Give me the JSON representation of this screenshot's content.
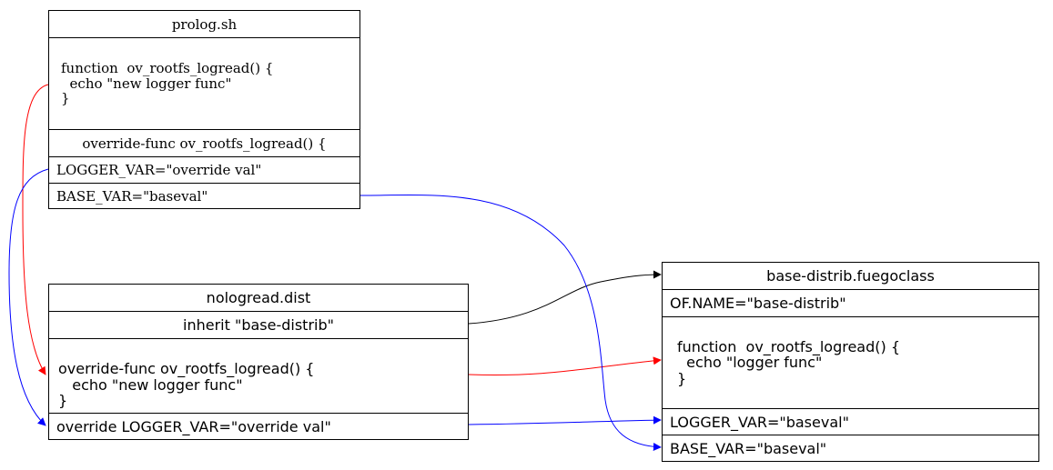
{
  "nodes": {
    "prolog": {
      "title": "prolog.sh",
      "function_lines": [
        "function  ov_rootfs_logread() {",
        "  echo \"new logger func\"",
        "}"
      ],
      "override_func": "override-func ov_rootfs_logread() {",
      "logger_var": "LOGGER_VAR=\"override val\"",
      "base_var": "BASE_VAR=\"baseval\""
    },
    "nologread": {
      "title": "nologread.dist",
      "inherit": "inherit \"base-distrib\"",
      "override_lines": [
        "override-func ov_rootfs_logread() {",
        "   echo \"new logger func\"",
        "}"
      ],
      "override_logger": "override LOGGER_VAR=\"override val\""
    },
    "base_distrib": {
      "title": "base-distrib.fuegoclass",
      "of_name": "OF.NAME=\"base-distrib\"",
      "function_lines": [
        "function  ov_rootfs_logread() {",
        "  echo \"logger func\"",
        "}"
      ],
      "logger_var": "LOGGER_VAR=\"baseval\"",
      "base_var": "BASE_VAR=\"baseval\""
    }
  },
  "edges": [
    {
      "from": "nologread.inherit",
      "to": "base_distrib.title",
      "color": "#000000"
    },
    {
      "from": "nologread.override_func",
      "to": "base_distrib.function",
      "color": "#ff0000"
    },
    {
      "from": "nologread.override_logger",
      "to": "base_distrib.logger_var",
      "color": "#0000ff"
    },
    {
      "from": "prolog.function",
      "to": "nologread.override_func",
      "color": "#ff0000"
    },
    {
      "from": "prolog.logger_var",
      "to": "nologread.override_logger",
      "color": "#0000ff"
    },
    {
      "from": "prolog.base_var",
      "to": "base_distrib.base_var",
      "color": "#0000ff"
    }
  ]
}
